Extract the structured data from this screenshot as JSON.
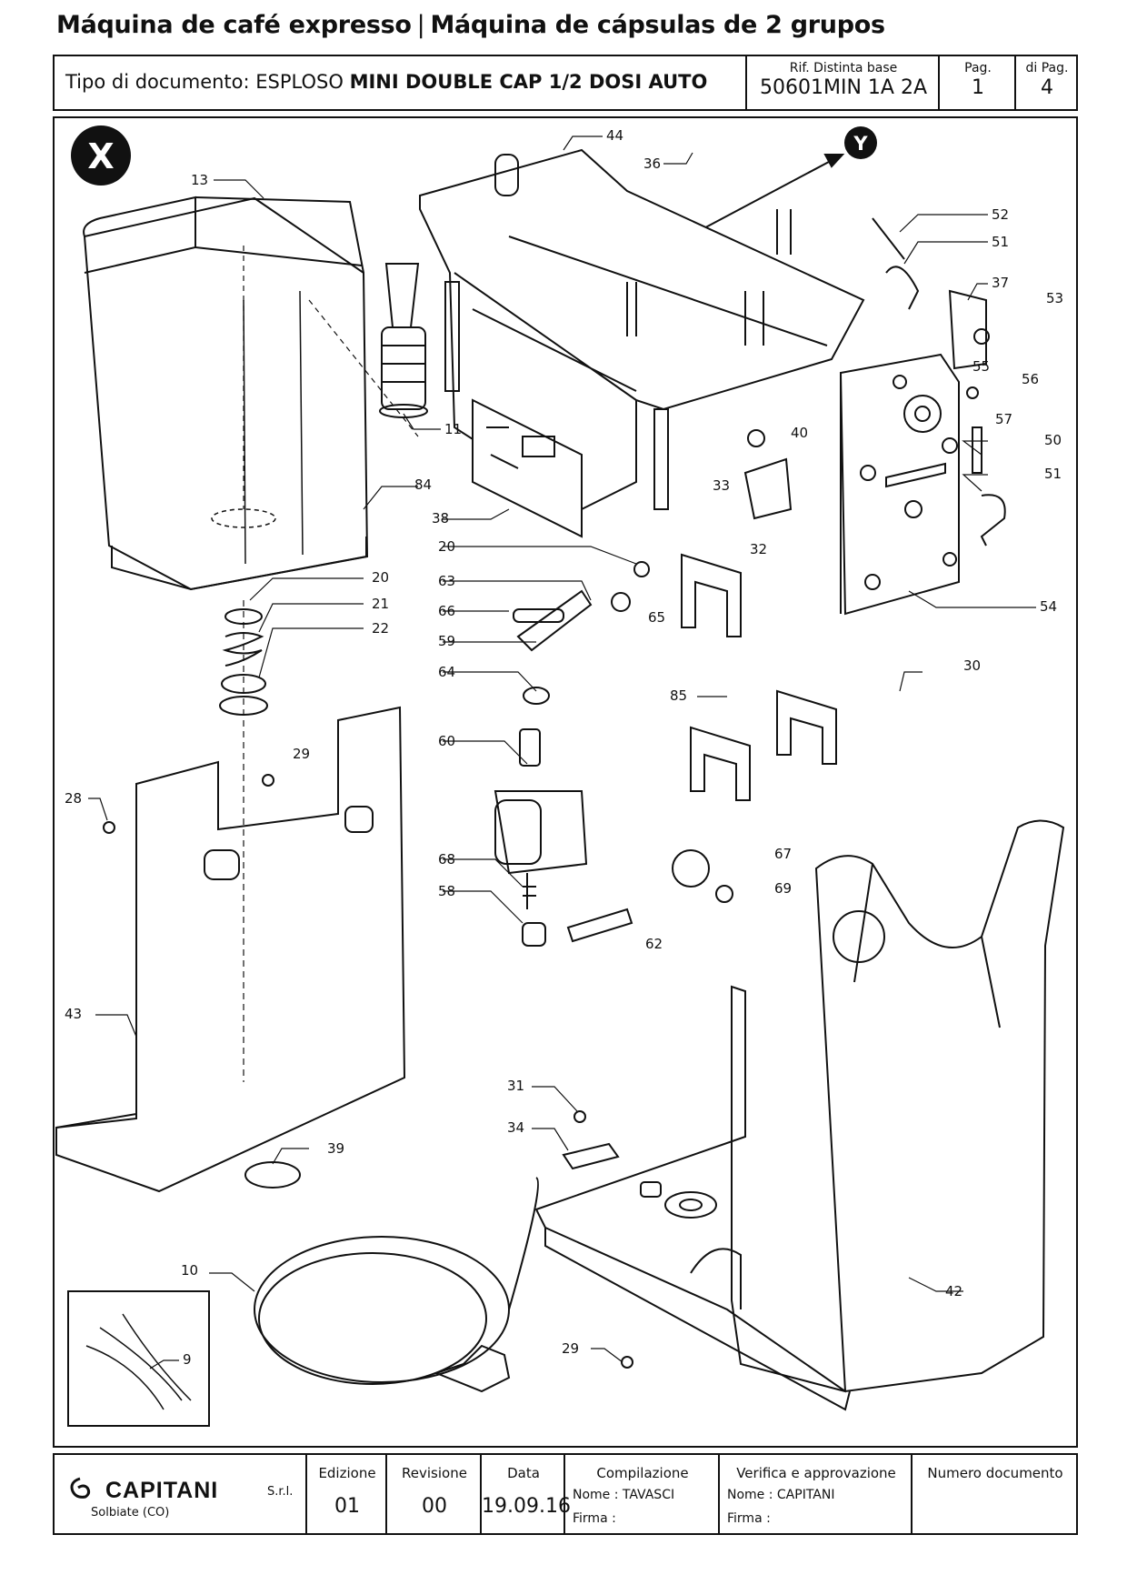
{
  "title": {
    "part1": "Máquina de café expresso",
    "separator": "|",
    "part2": "Máquina de cápsulas de 2 grupos"
  },
  "header": {
    "doc_type_label": "Tipo di documento:",
    "doc_type_plain": "ESPLOSO",
    "doc_type_bold": "MINI DOUBLE CAP 1/2 DOSI AUTO",
    "rif_label": "Rif. Distinta base",
    "rif_value": "50601MIN 1A 2A",
    "pag_label": "Pag.",
    "pag_value": "1",
    "dipag_label": "di Pag.",
    "dipag_value": "4"
  },
  "drawing": {
    "view_markers": [
      "X",
      "Y"
    ],
    "part_labels": [
      "13",
      "84",
      "11",
      "44",
      "36",
      "52",
      "51",
      "37",
      "53",
      "55",
      "56",
      "57",
      "40",
      "50",
      "51",
      "33",
      "32",
      "38",
      "20",
      "63",
      "66",
      "59",
      "65",
      "64",
      "85",
      "54",
      "30",
      "60",
      "20",
      "21",
      "22",
      "29",
      "28",
      "67",
      "69",
      "68",
      "58",
      "62",
      "43",
      "39",
      "31",
      "34",
      "42",
      "10",
      "9",
      "29"
    ]
  },
  "footer": {
    "company": "CAPITANI",
    "company_suffix": "S.r.l.",
    "location": "Solbiate (CO)",
    "edizione_label": "Edizione",
    "edizione_value": "01",
    "revisione_label": "Revisione",
    "revisione_value": "00",
    "data_label": "Data",
    "data_value": "19.09.16",
    "compilazione_label": "Compilazione",
    "compilazione_name": "Nome : TAVASCI",
    "compilazione_firma": "Firma :",
    "verifica_label": "Verifica e approvazione",
    "verifica_name": "Nome : CAPITANI",
    "verifica_firma": "Firma :",
    "numero_label": "Numero documento"
  }
}
